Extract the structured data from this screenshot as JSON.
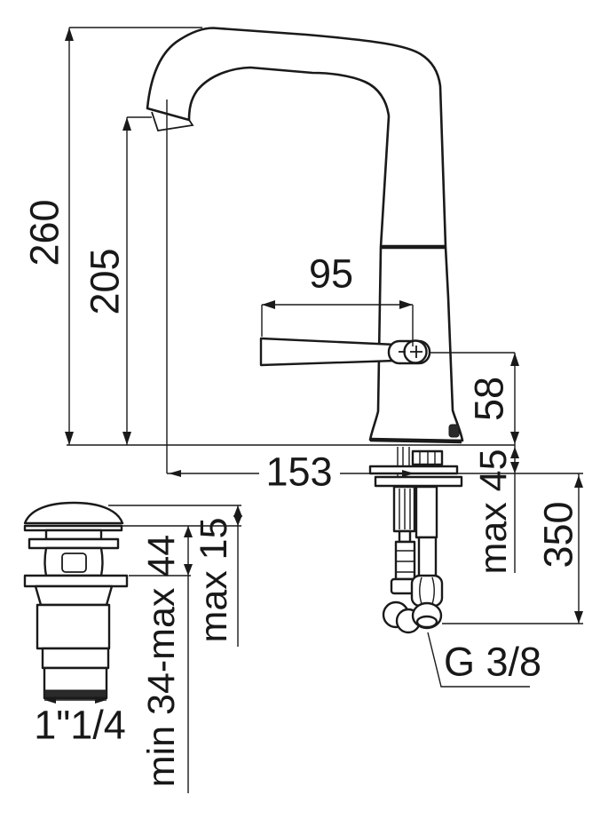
{
  "drawing": {
    "type": "faucet-installation-technical-drawing",
    "units": "mm"
  },
  "dimensions": {
    "total_height": "260",
    "spout_outlet_height": "205",
    "handle_length": "95",
    "spout_reach": "153",
    "body_height_above_deck": "58",
    "deck_thickness": "max 45",
    "supply_hose_length": "350",
    "drain_cap_lift": "max 15",
    "drain_clamp_range": "min 34-max 44",
    "drain_waste_thread": "1\"1/4",
    "supply_connection_thread": "G 3/8"
  },
  "colors": {
    "line": "#1a1a1a",
    "background": "#ffffff",
    "washer_fill": "#b4b4b4",
    "groove_fill": "#2a2a2a"
  }
}
